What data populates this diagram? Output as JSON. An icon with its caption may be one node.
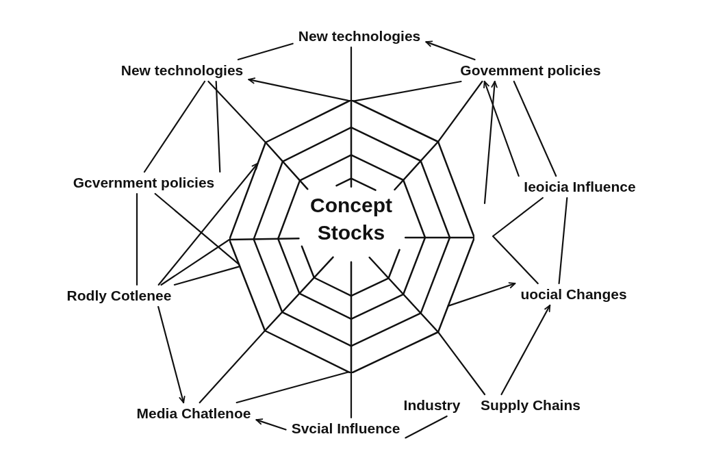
{
  "diagram": {
    "nodes": [
      {
        "text": [
          "New technologies"
        ]
      },
      {
        "text": [
          "New technologies"
        ]
      },
      {
        "text": [
          "Govemment policies"
        ]
      },
      {
        "text": [
          "Gcvernment policies"
        ]
      },
      {
        "text": [
          "Ieoicia Influence"
        ]
      },
      {
        "text": [
          "Concept Stocks"
        ]
      },
      {
        "text": [
          "Rodly Cotlenee"
        ]
      },
      {
        "text": [
          "uocial Changes"
        ]
      },
      {
        "text": [
          "Media Chatlenoe"
        ]
      },
      {
        "text": [
          "Industry"
        ]
      },
      {
        "text": [
          "Supply Chains"
        ]
      },
      {
        "text": [
          "Svcial Influence"
        ]
      }
    ],
    "edges": [
      {
        "from": 1,
        "to": 0,
        "arrow": "none"
      },
      {
        "from": 2,
        "to": 0,
        "arrow": "to"
      },
      {
        "from": 5,
        "to": 1,
        "arrow": "to"
      },
      {
        "from": 5,
        "to": 2,
        "arrow": "none"
      },
      {
        "from": 0,
        "to": 5,
        "arrow": "none"
      },
      {
        "from": 1,
        "to": 3,
        "arrow": "none"
      },
      {
        "from": 1,
        "to": 3,
        "arrow": "none"
      },
      {
        "from": 1,
        "to": 5,
        "arrow": "none"
      },
      {
        "from": 2,
        "to": 5,
        "arrow": "none"
      },
      {
        "from": null,
        "to": 2,
        "arrow": "to"
      },
      {
        "from": 4,
        "to": 2,
        "arrow": "to"
      },
      {
        "from": 2,
        "to": 4,
        "arrow": "none"
      },
      {
        "from": 4,
        "to": 7,
        "arrow": "none"
      },
      {
        "from": 4,
        "to": 7,
        "arrow": "none"
      },
      {
        "from": 5,
        "to": 7,
        "arrow": "to"
      },
      {
        "from": 10,
        "to": 7,
        "arrow": "to"
      },
      {
        "from": 5,
        "to": 10,
        "arrow": "none"
      },
      {
        "from": 11,
        "to": 9,
        "arrow": "none"
      },
      {
        "from": 5,
        "to": 11,
        "arrow": "none"
      },
      {
        "from": 8,
        "to": 5,
        "arrow": "none"
      },
      {
        "from": 5,
        "to": 8,
        "arrow": "none"
      },
      {
        "from": 11,
        "to": 8,
        "arrow": "to"
      },
      {
        "from": 6,
        "to": 8,
        "arrow": "to"
      },
      {
        "from": 3,
        "to": 6,
        "arrow": "none"
      },
      {
        "from": 3,
        "to": 5,
        "arrow": "none"
      },
      {
        "from": 6,
        "to": 5,
        "arrow": "to"
      },
      {
        "from": 6,
        "to": 5,
        "arrow": "none"
      },
      {
        "from": 6,
        "to": 5,
        "arrow": "none"
      }
    ]
  }
}
